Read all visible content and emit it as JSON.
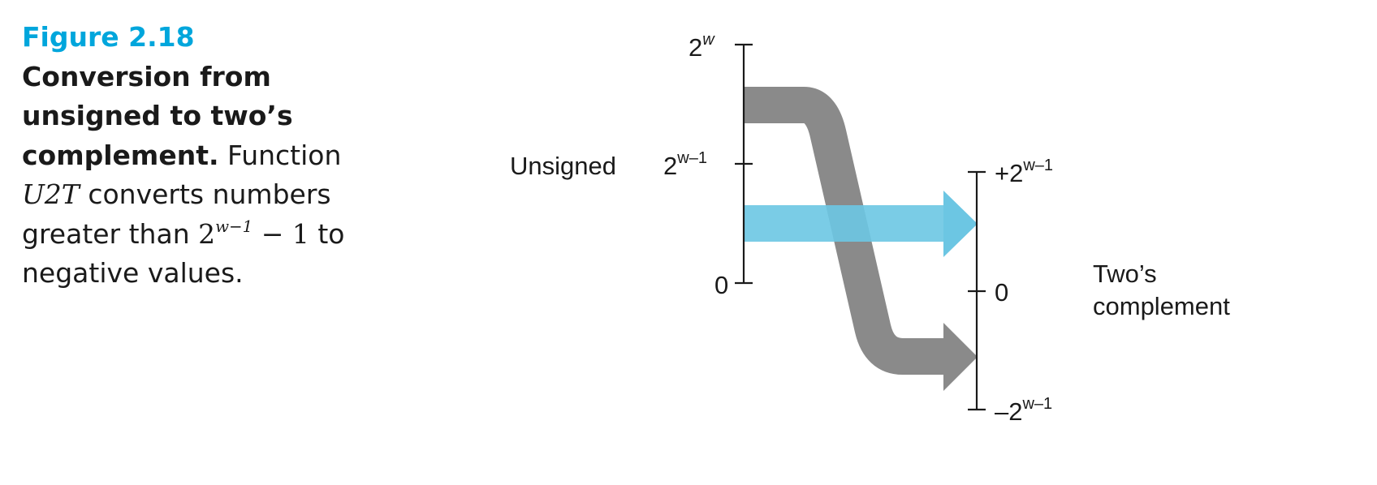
{
  "caption": {
    "figure_label": "Figure 2.18",
    "title_line1": "Conversion from",
    "title_line2": "unsigned to two’s",
    "title_line3": "complement.",
    "text_line3": "Function",
    "func_name": "U2T",
    "text_line4": "converts numbers",
    "text_line5_a": "greater than",
    "math_base": "2",
    "math_exp": "w−1",
    "math_rest": "− 1",
    "text_line5_b": "to",
    "text_line6": "negative values."
  },
  "diagram": {
    "left_axis_label": "Unsigned",
    "left_ticks": {
      "top_base": "2",
      "top_exp": "w",
      "mid_base": "2",
      "mid_exp": "w–1",
      "zero": "0"
    },
    "right_axis_label_line1": "Two’s",
    "right_axis_label_line2": "complement",
    "right_ticks": {
      "top_base": "+2",
      "top_exp": "w–1",
      "zero": "0",
      "bottom_base": "–2",
      "bottom_exp": "w–1"
    },
    "colors": {
      "positive_arrow": "#6cc6e3",
      "negative_arrow": "#8a8a8a",
      "axis": "#1a1a1a",
      "figure_label": "#00a6dc"
    }
  }
}
